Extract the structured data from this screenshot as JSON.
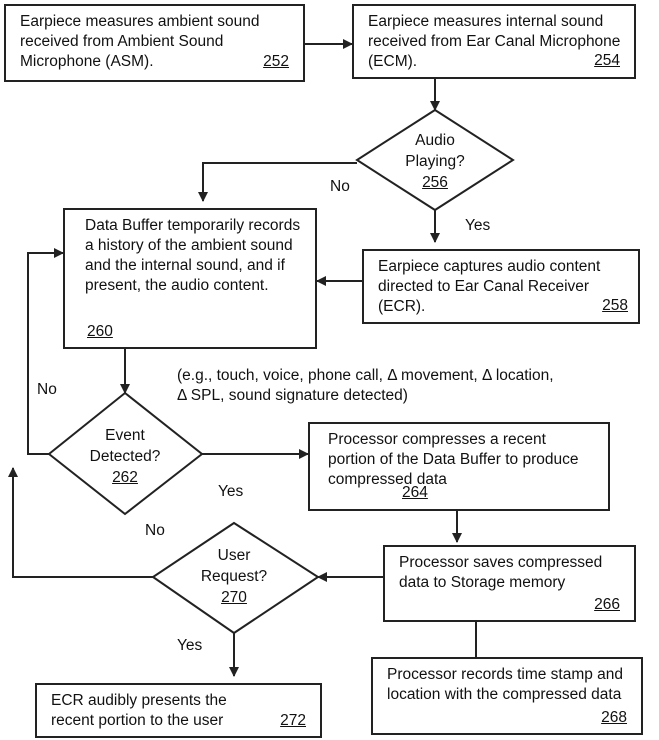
{
  "boxes": {
    "b252": {
      "text": "Earpiece measures ambient sound received from Ambient Sound Microphone (ASM).",
      "ref": "252"
    },
    "b254": {
      "text": "Earpiece measures internal sound received from Ear Canal Microphone (ECM).",
      "ref": "254"
    },
    "b258": {
      "text": "Earpiece captures audio content directed to Ear Canal Receiver (ECR).",
      "ref": "258"
    },
    "b260": {
      "text": "Data Buffer temporarily records a history of the ambient sound and the internal sound, and if present, the audio content.",
      "ref": "260"
    },
    "b264": {
      "text": "Processor compresses a recent portion of the Data Buffer to produce compressed data",
      "ref": "264"
    },
    "b266": {
      "text": "Processor saves compressed data to Storage memory",
      "ref": "266"
    },
    "b268": {
      "text": "Processor records time stamp and location with the compressed data",
      "ref": "268"
    },
    "b272": {
      "text": "ECR audibly presents the recent portion to the user",
      "ref": "272"
    }
  },
  "decisions": {
    "d256": {
      "line1": "Audio",
      "line2": "Playing?",
      "ref": "256"
    },
    "d262": {
      "line1": "Event",
      "line2": "Detected?",
      "ref": "262"
    },
    "d270": {
      "line1": "User",
      "line2": "Request?",
      "ref": "270"
    }
  },
  "labels": {
    "no_256": "No",
    "yes_256": "Yes",
    "no_262": "No",
    "yes_262": "Yes",
    "no_270": "No",
    "yes_270": "Yes",
    "event_examples_1": "(e.g.,  touch, voice, phone call,  Δ movement,  Δ location,",
    "event_examples_2": "Δ SPL, sound signature detected)"
  }
}
